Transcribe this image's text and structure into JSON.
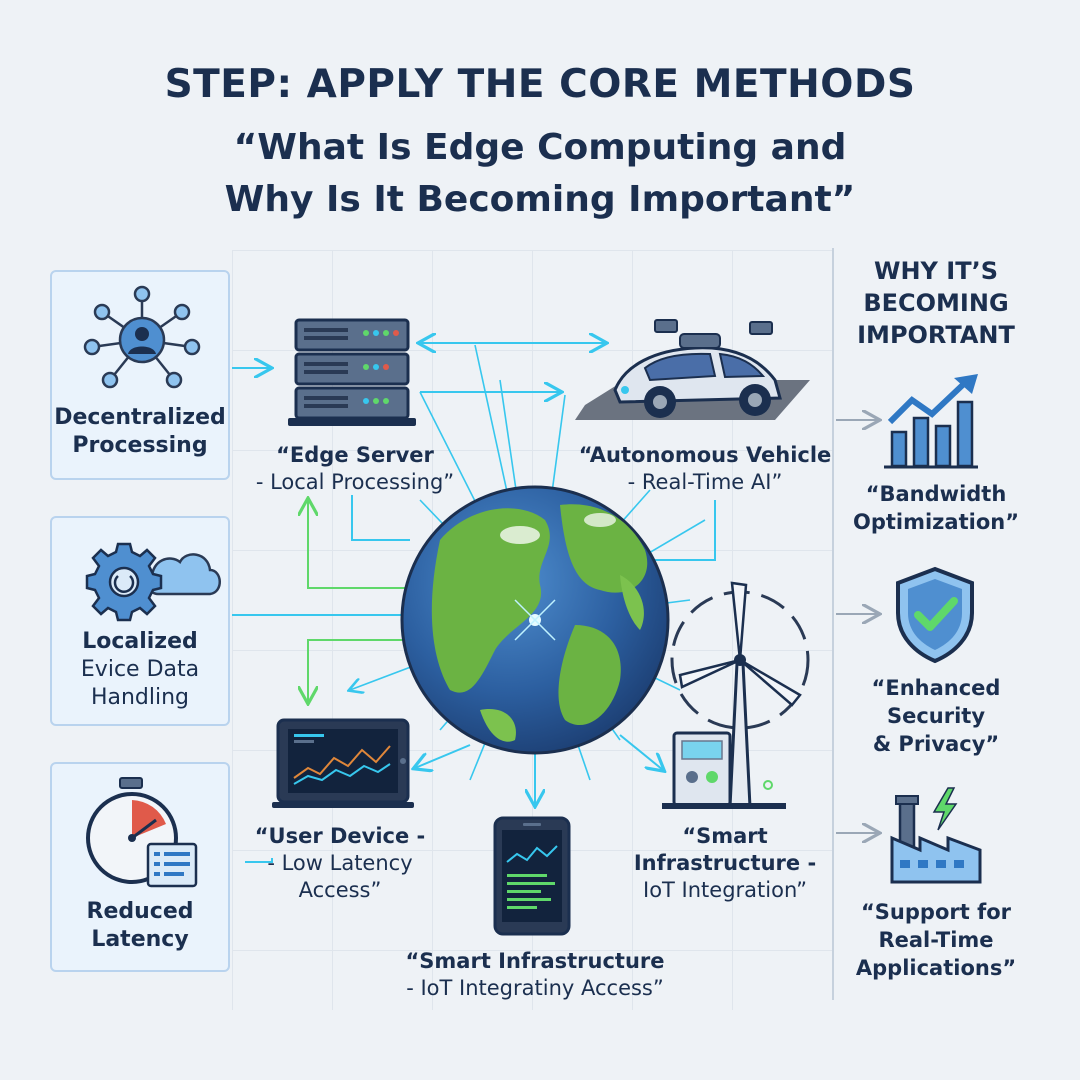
{
  "header": {
    "line1": "STEP: APPLY THE CORE METHODS",
    "line2a": "“What Is Edge Computing and",
    "line2b": "Why Is It Becoming Important”"
  },
  "left_cards": [
    {
      "lines": [
        "Decentralized",
        "Processing"
      ],
      "icon": "network-user-icon"
    },
    {
      "lines": [
        "Localized",
        "Evice Data",
        "Handling"
      ],
      "icon": "gear-cloud-icon"
    },
    {
      "lines": [
        "Reduced",
        "Latency"
      ],
      "icon": "stopwatch-icon"
    }
  ],
  "nodes": {
    "edge_server": {
      "line1": "“Edge Server",
      "line2": "- Local Processing”",
      "icon": "server-rack-icon"
    },
    "vehicle": {
      "line1": "“Autonomous Vehicle",
      "line2": "- Real-Time AI”",
      "icon": "autonomous-car-icon"
    },
    "user_device": {
      "line1": "“User Device -",
      "line2": "- Low Latency",
      "line3": "Access”",
      "icon": "tablet-icon"
    },
    "smart_infra_right": {
      "line1": "“Smart",
      "line2": "Infrastructure -",
      "line3": "IoT Integration”",
      "icon": "wind-turbine-icon"
    },
    "smart_infra_bottom": {
      "line1": "“Smart Infrastructure",
      "line2": "- IoT Integratiny Access”",
      "icon": "phone-icon"
    },
    "center": {
      "icon": "globe-icon"
    }
  },
  "right_panel": {
    "heading": [
      "WHY IT’S",
      "BECOMING",
      "IMPORTANT"
    ],
    "benefits": [
      {
        "lines": [
          "“Bandwidth",
          "Optimization”"
        ],
        "icon": "growth-chart-icon"
      },
      {
        "lines": [
          "“Enhanced",
          "Security",
          "& Privacy”"
        ],
        "icon": "shield-check-icon"
      },
      {
        "lines": [
          "“Support for",
          "Real-Time",
          "Applications”"
        ],
        "icon": "factory-power-icon"
      }
    ]
  },
  "colors": {
    "navy": "#1b2f4f",
    "card_bg": "#eaf3fc",
    "cyan_line": "#37c7ee",
    "green_line": "#5fd86a",
    "icon_blue": "#2f78c4"
  }
}
